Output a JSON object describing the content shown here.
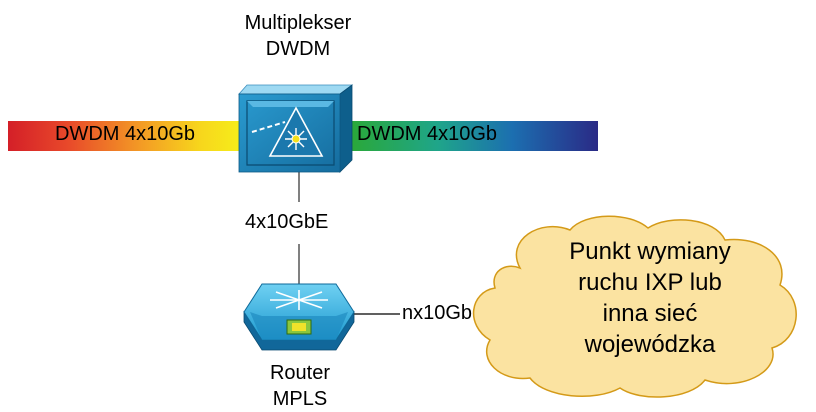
{
  "multiplexer": {
    "title_line1": "Multiplekser",
    "title_line2": "DWDM"
  },
  "left_band": {
    "label": "DWDM 4x10Gb"
  },
  "right_band": {
    "label": "DWDM 4x10Gb"
  },
  "link_mux_router": {
    "label": "4x10GbE"
  },
  "router": {
    "title_line1": "Router",
    "title_line2": "MPLS"
  },
  "link_router_cloud": {
    "label": "nx10Gb"
  },
  "cloud": {
    "line1": "Punkt wymiany",
    "line2": "ruchu IXP lub",
    "line3": "inna sieć",
    "line4": "wojewódzka"
  },
  "colors": {
    "mux_face": "#1f8ac0",
    "mux_top": "#8fd3f0",
    "mux_side": "#0f6a9a",
    "router_top": "#36b6e6",
    "router_side": "#1279a8",
    "cloud_fill": "#fbe3a1",
    "cloud_stroke": "#d49a18"
  }
}
